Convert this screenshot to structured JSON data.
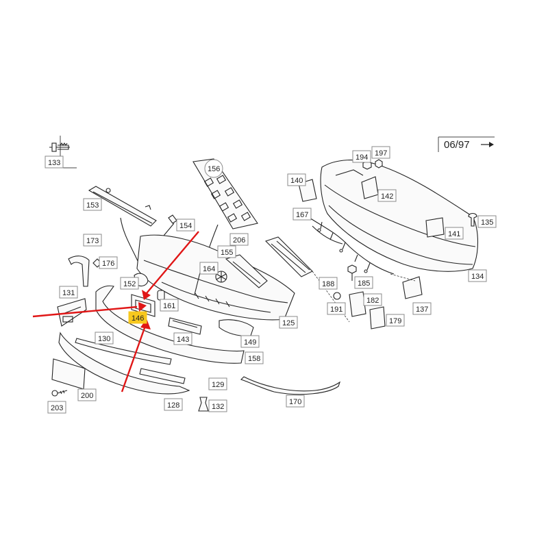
{
  "date_marker": {
    "text": "06/97",
    "arrow": "→"
  },
  "callouts": [
    {
      "id": "133",
      "text": "133"
    },
    {
      "id": "153",
      "text": "153"
    },
    {
      "id": "154",
      "text": "154"
    },
    {
      "id": "156",
      "text": "156"
    },
    {
      "id": "173",
      "text": "173"
    },
    {
      "id": "176",
      "text": "176"
    },
    {
      "id": "131",
      "text": "131"
    },
    {
      "id": "152",
      "text": "152"
    },
    {
      "id": "161",
      "text": "161"
    },
    {
      "id": "146",
      "text": "146"
    },
    {
      "id": "143",
      "text": "143"
    },
    {
      "id": "130",
      "text": "130"
    },
    {
      "id": "164",
      "text": "164"
    },
    {
      "id": "155",
      "text": "155"
    },
    {
      "id": "206",
      "text": "206"
    },
    {
      "id": "125",
      "text": "125"
    },
    {
      "id": "149",
      "text": "149"
    },
    {
      "id": "158",
      "text": "158"
    },
    {
      "id": "129",
      "text": "129"
    },
    {
      "id": "128",
      "text": "128"
    },
    {
      "id": "132",
      "text": "132"
    },
    {
      "id": "200",
      "text": "200"
    },
    {
      "id": "203",
      "text": "203"
    },
    {
      "id": "170",
      "text": "170"
    },
    {
      "id": "140",
      "text": "140"
    },
    {
      "id": "194",
      "text": "194"
    },
    {
      "id": "197",
      "text": "197"
    },
    {
      "id": "142",
      "text": "142"
    },
    {
      "id": "167",
      "text": "167"
    },
    {
      "id": "135",
      "text": "135"
    },
    {
      "id": "141",
      "text": "141"
    },
    {
      "id": "134",
      "text": "134"
    },
    {
      "id": "188",
      "text": "188"
    },
    {
      "id": "185",
      "text": "185"
    },
    {
      "id": "182",
      "text": "182"
    },
    {
      "id": "191",
      "text": "191"
    },
    {
      "id": "179",
      "text": "179"
    },
    {
      "id": "137",
      "text": "137"
    }
  ],
  "highlight_color": "#f7c81e",
  "arrow_color": "#e01616"
}
